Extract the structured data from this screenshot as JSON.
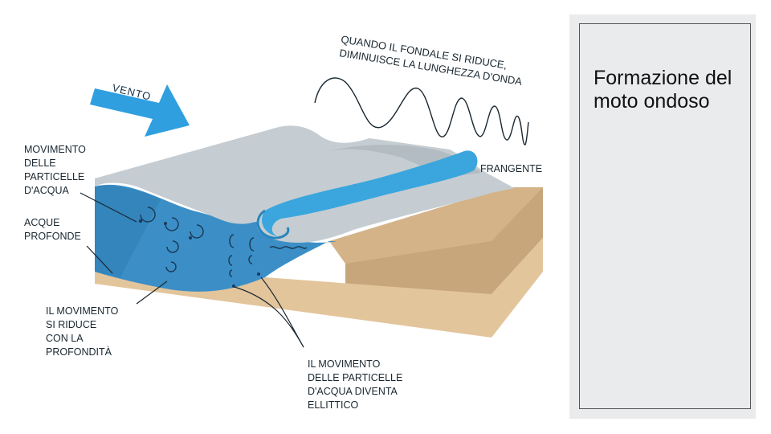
{
  "slide": {
    "title": "Formazione del moto ondoso"
  },
  "diagram": {
    "wind_label": "VENTO",
    "note_line1": "QUANDO IL FONDALE SI RIDUCE,",
    "note_line2": "DIMINUISCE LA LUNGHEZZA D'ONDA",
    "breaker_label": "FRANGENTE",
    "particles_label": [
      "MOVIMENTO",
      "DELLE",
      "PARTICELLE",
      "D'ACQUA"
    ],
    "deep_label": [
      "ACQUE",
      "PROFONDE"
    ],
    "depth_label": [
      "IL MOVIMENTO",
      "SI RIDUCE",
      "CON LA",
      "PROFONDITÀ"
    ],
    "elliptic_label": [
      "IL MOVIMENTO",
      "DELLE PARTICELLE",
      "D'ACQUA DIVENTA",
      "ELLITTICO"
    ],
    "colors": {
      "water": "#3b8fc6",
      "wave_top": "#c5cdd2",
      "sand_side": "#c7a67b",
      "sand_front": "#e3c59c",
      "arrow": "#2f9fe0"
    }
  }
}
